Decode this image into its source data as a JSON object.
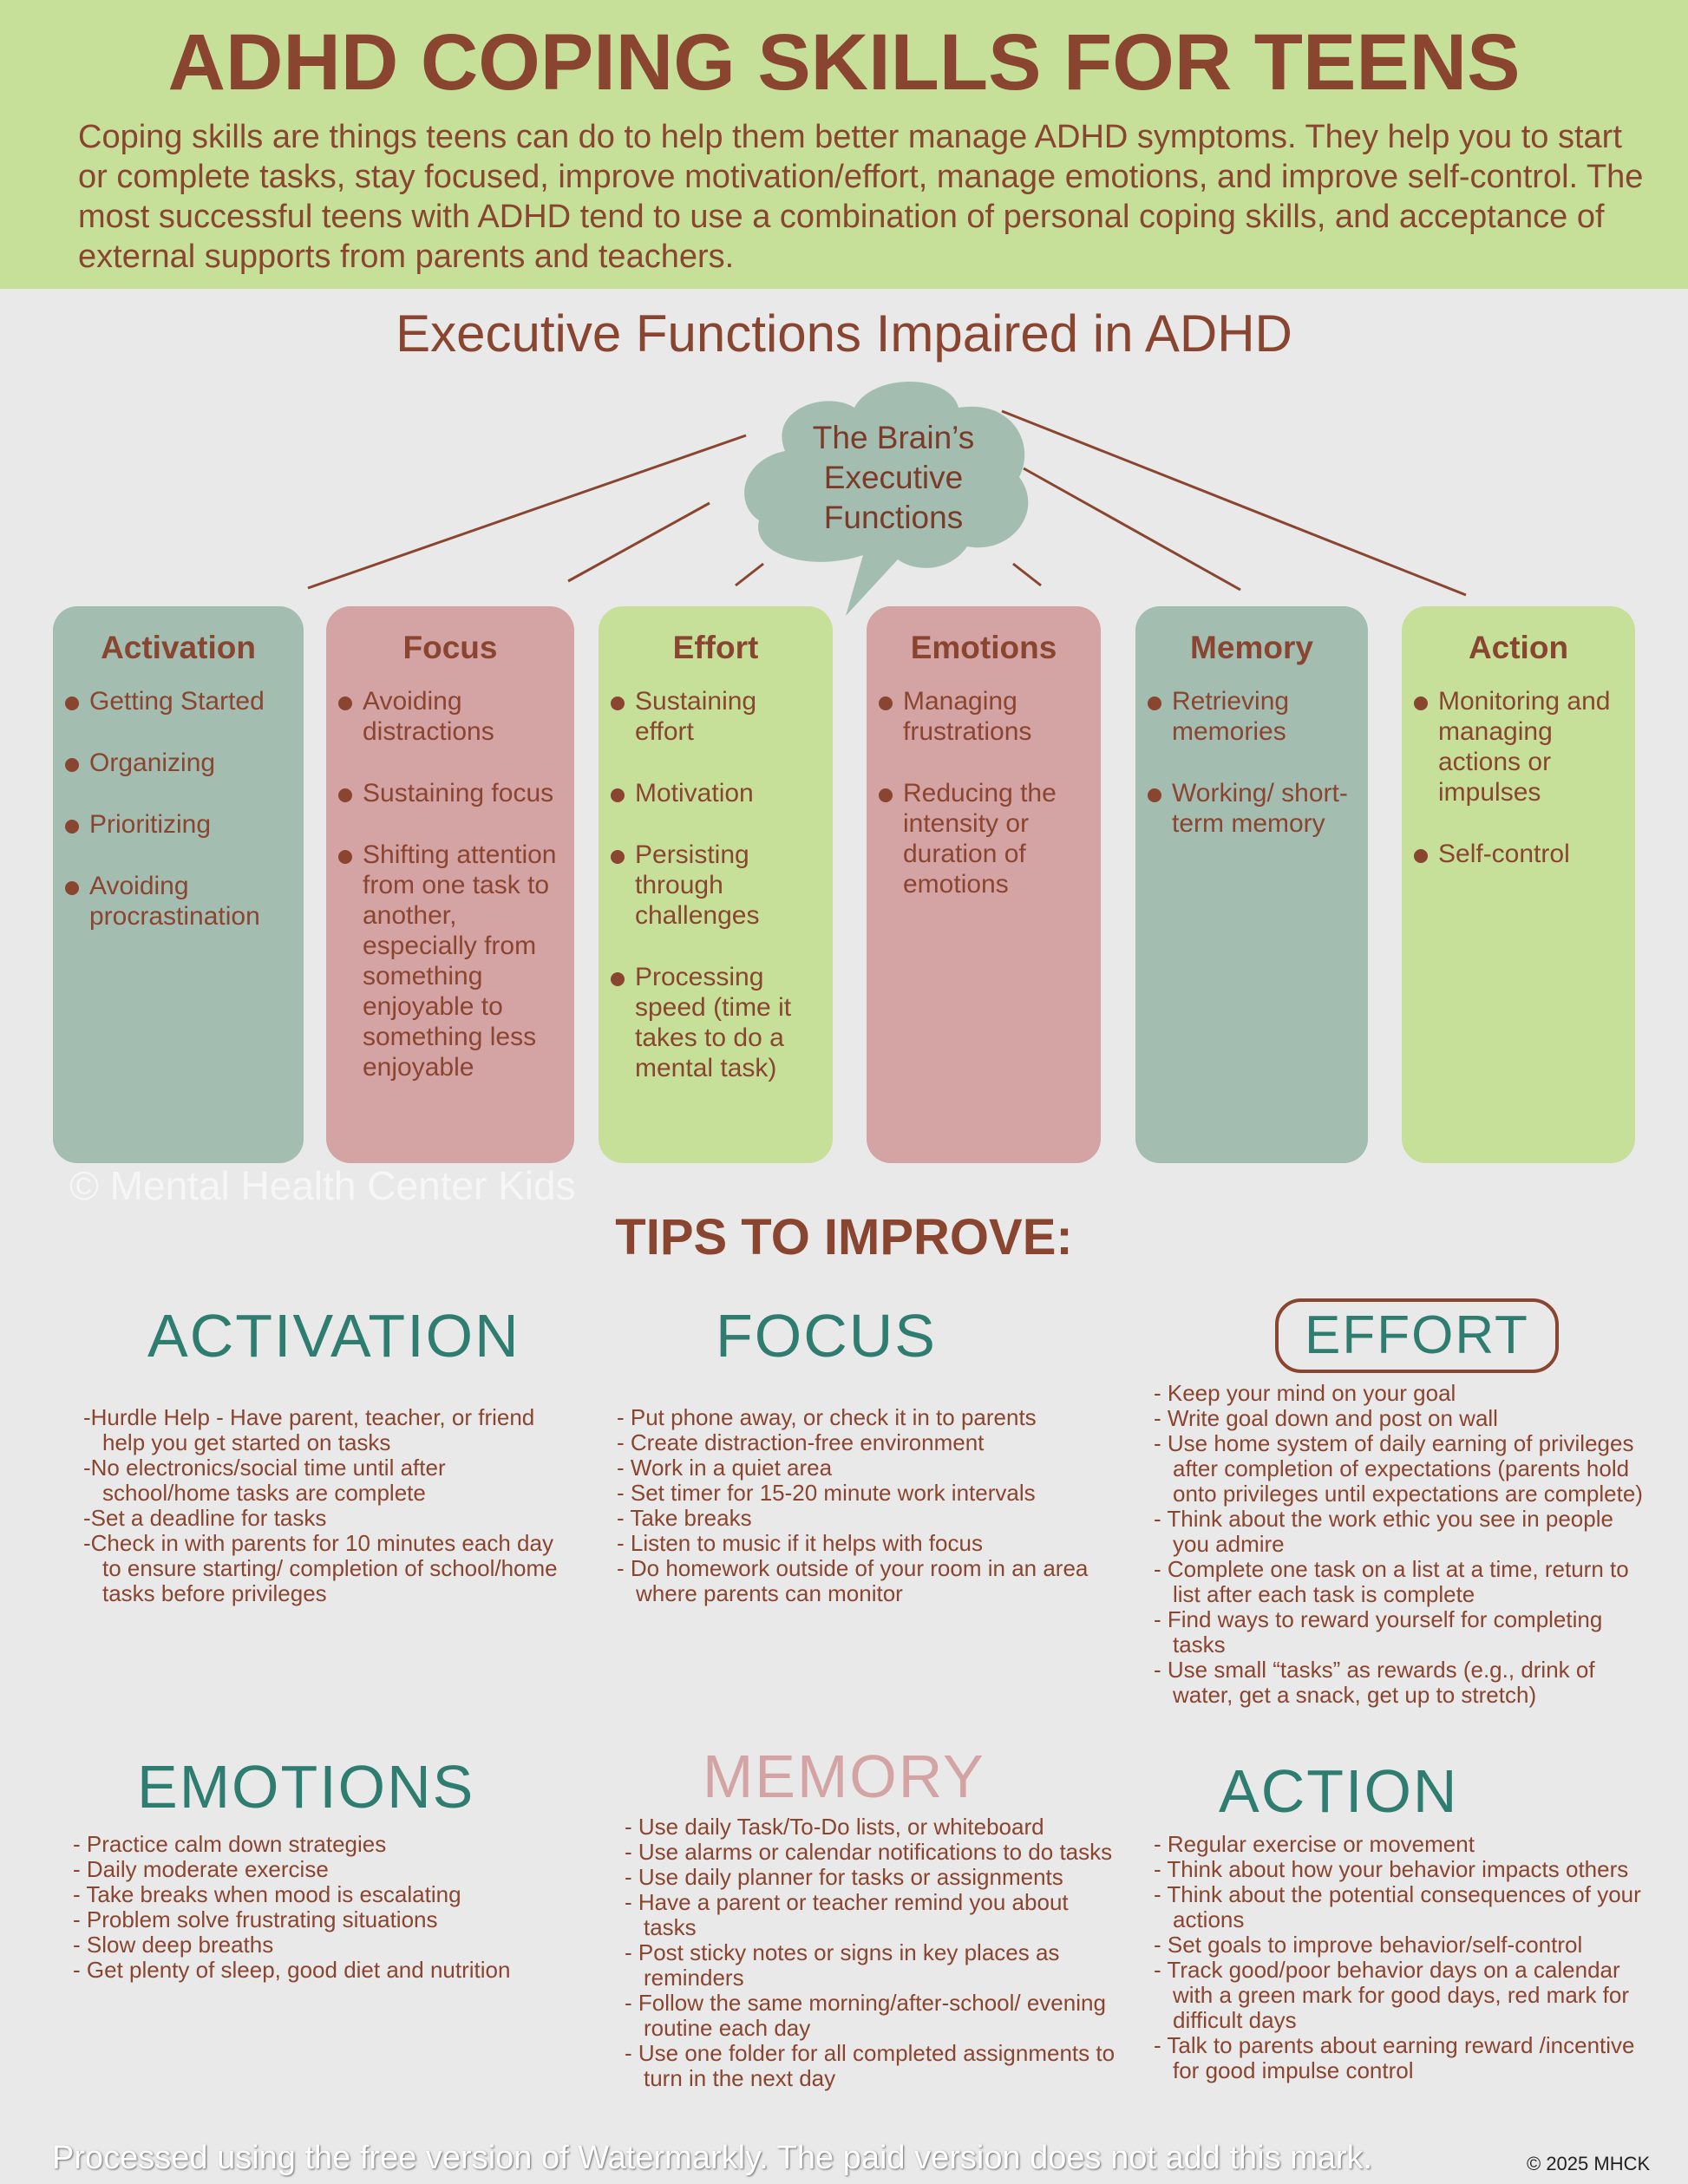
{
  "header": {
    "title": "ADHD Coping Skills for Teens",
    "intro": "Coping skills are things teens can do to help them better manage ADHD symptoms.  They help you to start or complete tasks, stay focused, improve motivation/effort, manage emotions, and improve self-control.  The most successful teens with ADHD tend to use a combination of personal coping skills, and acceptance of external supports from parents and teachers."
  },
  "ef": {
    "title": "Executive Functions Impaired in ADHD",
    "brain": "The Brain’s Executive Functions",
    "columns": [
      {
        "title": "Activation",
        "color": "#a3bdb0",
        "items": [
          "Getting Started",
          "Organizing",
          "Prioritizing",
          "Avoiding procrastination"
        ]
      },
      {
        "title": "Focus",
        "color": "#d4a3a3",
        "items": [
          "Avoiding distractions",
          "Sustaining focus",
          "Shifting attention from one task to another, especially from something enjoyable to something less enjoyable"
        ]
      },
      {
        "title": "Effort",
        "color": "#c6e09a",
        "items": [
          "Sustaining effort",
          "Motivation",
          "Persisting through challenges",
          "Processing speed (time it takes to do a mental task)"
        ]
      },
      {
        "title": "Emotions",
        "color": "#d4a3a3",
        "items": [
          "Managing frustrations",
          "Reducing the intensity or duration of emotions"
        ]
      },
      {
        "title": "Memory",
        "color": "#a3bdb0",
        "items": [
          "Retrieving memories",
          "Working/ short-term memory"
        ]
      },
      {
        "title": "Action",
        "color": "#c6e09a",
        "items": [
          "Monitoring and managing actions or impulses",
          "Self-control"
        ]
      }
    ]
  },
  "tips": {
    "title": "TIPS TO IMPROVE:",
    "sections": [
      {
        "heading": "ACTIVATION",
        "items": [
          "-Hurdle Help - Have parent, teacher, or friend help you get started on tasks",
          "-No electronics/social time until after school/home tasks are complete",
          "-Set a deadline for tasks",
          "-Check in with parents for 10 minutes each day to ensure starting/ completion of school/home tasks before privileges"
        ]
      },
      {
        "heading": "FOCUS",
        "items": [
          "- Put phone away, or check it in to parents",
          "- Create distraction-free environment",
          "- Work in a quiet area",
          "- Set timer for 15-20 minute work intervals",
          "- Take breaks",
          "- Listen to music if it helps with focus",
          "- Do homework outside of your room in an area where parents can monitor"
        ]
      },
      {
        "heading": "EFFORT",
        "items": [
          "- Keep your mind on your goal",
          "- Write goal down and post on wall",
          "- Use home system of daily earning of privileges after completion of expectations (parents hold onto privileges until expectations are complete)",
          "- Think about the work ethic you see in people you admire",
          "- Complete one task on a list at a time, return to list after each task is complete",
          "- Find ways to reward yourself for completing tasks",
          "- Use small “tasks” as rewards (e.g., drink of water, get a snack, get up to stretch)"
        ]
      },
      {
        "heading": "EMOTIONS",
        "items": [
          "- Practice calm down strategies",
          "- Daily moderate exercise",
          "- Take breaks when mood is escalating",
          "- Problem solve frustrating situations",
          "- Slow deep breaths",
          "- Get plenty of sleep, good diet and nutrition"
        ]
      },
      {
        "heading": "MEMORY",
        "items": [
          "- Use daily Task/To-Do lists, or whiteboard",
          "- Use alarms or calendar notifications to do tasks",
          "- Use daily planner for tasks or assignments",
          "- Have a parent or teacher remind you about tasks",
          "- Post sticky notes or signs in key places as reminders",
          "- Follow the same morning/after-school/ evening routine each day",
          "- Use one folder for all completed assignments to turn in the next day"
        ]
      },
      {
        "heading": "ACTION",
        "items": [
          "- Regular exercise or movement",
          "- Think about how your behavior impacts others",
          "- Think about the potential consequences of your actions",
          "- Set goals to improve behavior/self-control",
          "- Track good/poor behavior days on a calendar with a green mark for good days, red mark for difficult days",
          "- Talk to parents about earning reward /incentive for good impulse control"
        ]
      }
    ]
  },
  "watermark": "© Mental Health Center Kids",
  "footer": {
    "notice": "Processed using the free version of Watermarkly. The paid version does not add this mark.",
    "copyright": "© 2025 MHCK"
  }
}
